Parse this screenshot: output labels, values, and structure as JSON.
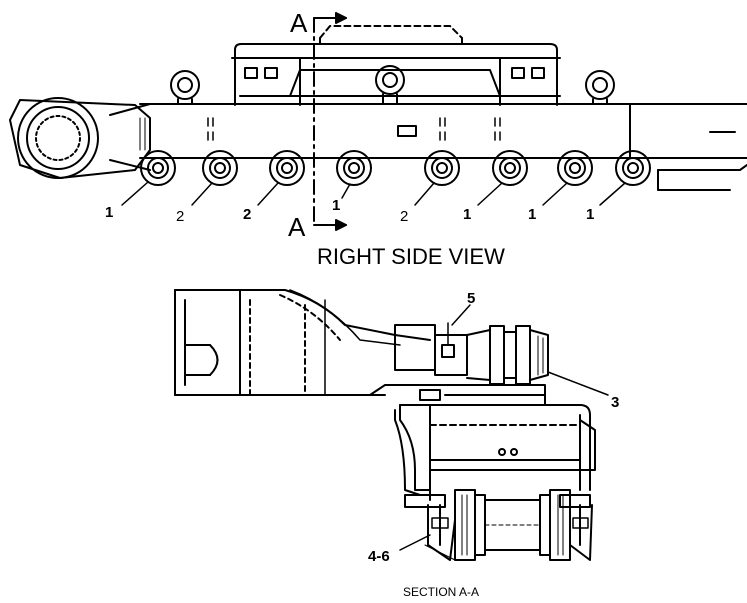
{
  "section_marker": {
    "top": "A",
    "bottom": "A"
  },
  "top_view": {
    "title": "RIGHT SIDE VIEW",
    "roller_callouts": [
      "1",
      "2",
      "2",
      "1",
      "2",
      "1",
      "1",
      "1"
    ]
  },
  "section_view": {
    "title": "SECTION A-A",
    "callouts": [
      "5",
      "3",
      "4-6"
    ]
  }
}
